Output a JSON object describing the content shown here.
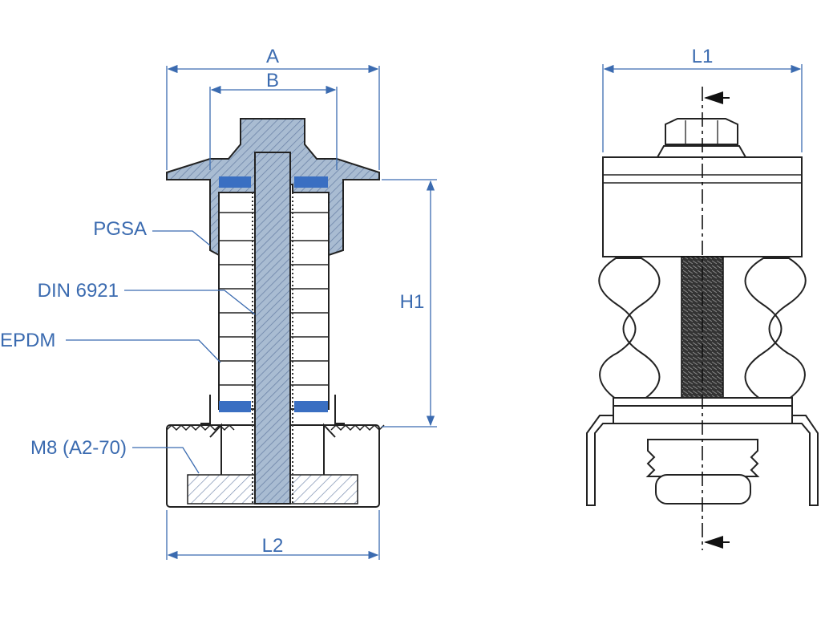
{
  "dimensions": {
    "A": "A",
    "B": "B",
    "H1": "H1",
    "L1": "L1",
    "L2": "L2"
  },
  "callouts": {
    "pgsa": "PGSA",
    "din": "DIN 6921",
    "epdm": "EPDM",
    "m8": "M8 (A2-70)"
  },
  "colors": {
    "dimension": "#3b6bb0",
    "steel_fill": "#9fb2c8",
    "pad": "#3a6fc2",
    "outline": "#222222",
    "hatch": "#5a6f90"
  }
}
